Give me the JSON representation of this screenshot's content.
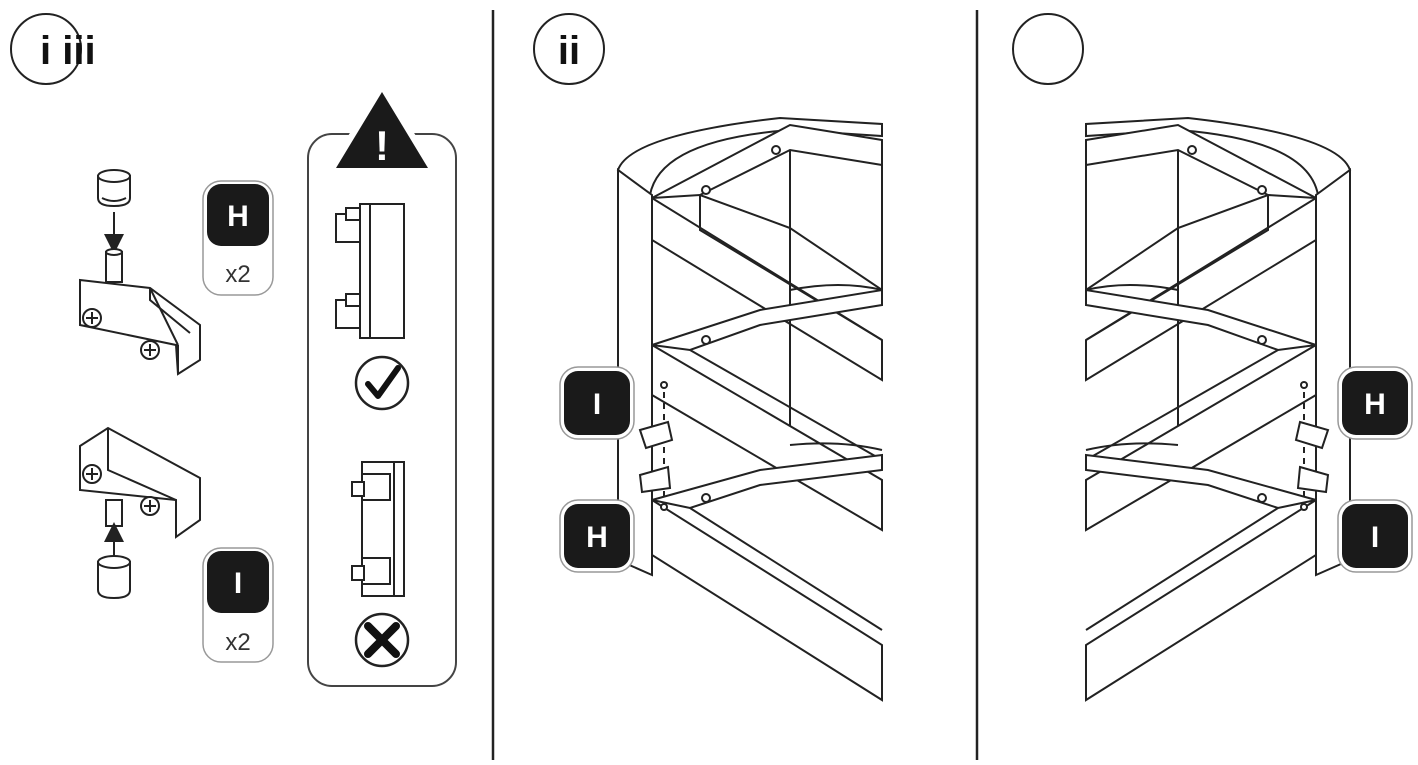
{
  "steps": {
    "panel1": "i iii",
    "panel2": "ii",
    "panel3": ""
  },
  "parts": {
    "h": {
      "label": "H",
      "qty": "x2"
    },
    "i": {
      "label": "I",
      "qty": "x2"
    }
  },
  "warning": {
    "symbol": "!"
  },
  "icons": {
    "correct": "checkmark-icon",
    "incorrect": "cross-icon",
    "warning": "warning-triangle-icon"
  },
  "badges_panel2": {
    "top": "I",
    "bottom": "H"
  },
  "badges_panel3": {
    "top": "H",
    "bottom": "I"
  },
  "colors": {
    "badge": "#1a1a1a",
    "line": "#222222"
  }
}
